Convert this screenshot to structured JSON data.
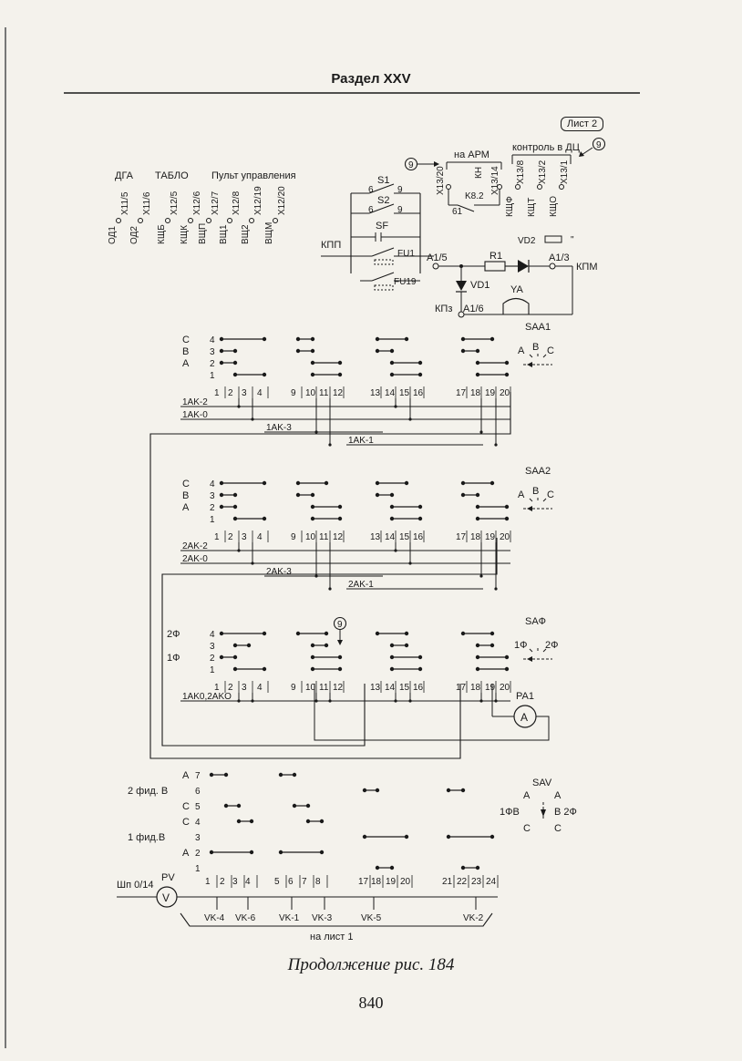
{
  "header": {
    "section_title": "Раздел XXV"
  },
  "sheet_badge": "Лист 2",
  "caption": "Продолжение рис. 184",
  "page_number": "840",
  "labels": {
    "arm": "на АРМ",
    "dc_control": "контроль в ДЦ",
    "dga": "ДГА",
    "tablo": "ТАБЛО",
    "pult": "Пульт управления",
    "to_sheet1": "на лист 1",
    "ref_circle": "9",
    "a1_5": "A1/5",
    "a1_6": "A1/6",
    "a1_3": "A1/3",
    "kpp": "КПП",
    "kpm": "КПМ",
    "kpz": "КПз",
    "s1": "S1",
    "s2": "S2",
    "sf": "SF",
    "fu1": "FU1",
    "fu19": "FU19",
    "r1": "R1",
    "vd1": "VD1",
    "vd2": "VD2",
    "ya": "YA",
    "k8_2": "K8.2",
    "n61": "61",
    "n6a": "6",
    "n9a": "9",
    "n6b": "6",
    "n9b": "9",
    "pa1": "PA1",
    "pa1_symbol": "A",
    "pv": "PV",
    "pv_symbol": "V",
    "shp": "Шп 0/14",
    "vd2_quote": "\""
  },
  "arm_terminals": [
    "X13/20",
    "КН",
    "X13/14"
  ],
  "dc_terminals": [
    "КЩФ",
    "X13/8",
    "КЩТ",
    "X13/2",
    "КЩО",
    "X13/1"
  ],
  "top_terminals": [
    {
      "name": "ОД1",
      "terminal": "X11/5"
    },
    {
      "name": "ОД2",
      "terminal": "X11/6"
    },
    {
      "name": "КЩБ",
      "terminal": "X12/5"
    },
    {
      "name": "КЩК",
      "terminal": "X12/6"
    },
    {
      "name": "ВЩП",
      "terminal": "X12/7"
    },
    {
      "name": "ВЩ1",
      "terminal": "X12/8"
    },
    {
      "name": "ВЩ2",
      "terminal": "X12/19"
    },
    {
      "name": "ВЩМ",
      "terminal": "X12/20"
    }
  ],
  "switch_blocks": [
    {
      "id": "SAA1",
      "row_labels": [
        [
          "C",
          "4"
        ],
        [
          "B",
          "3"
        ],
        [
          "A",
          "2"
        ],
        [
          "",
          "1"
        ]
      ],
      "contacts": [
        "1",
        "2",
        "3",
        "4",
        "9",
        "10",
        "11",
        "12",
        "13",
        "14",
        "15",
        "16",
        "17",
        "18",
        "19",
        "20"
      ],
      "buses": [
        "1AK-2",
        "1AK-0",
        "1AK-3",
        "1AK-1"
      ],
      "dial": [
        "A",
        "B",
        "C"
      ]
    },
    {
      "id": "SAA2",
      "row_labels": [
        [
          "C",
          "4"
        ],
        [
          "B",
          "3"
        ],
        [
          "A",
          "2"
        ],
        [
          "",
          "1"
        ]
      ],
      "contacts": [
        "1",
        "2",
        "3",
        "4",
        "9",
        "10",
        "11",
        "12",
        "13",
        "14",
        "15",
        "16",
        "17",
        "18",
        "19",
        "20"
      ],
      "buses": [
        "2AK-2",
        "2AK-0",
        "2AK-3",
        "2AK-1"
      ],
      "dial": [
        "A",
        "B",
        "C"
      ]
    },
    {
      "id": "SAФ",
      "row_labels": [
        [
          "2Ф",
          "4"
        ],
        [
          "",
          "3"
        ],
        [
          "1Ф",
          "2"
        ],
        [
          "",
          "1"
        ]
      ],
      "contacts": [
        "1",
        "2",
        "3",
        "4",
        "9",
        "10",
        "11",
        "12",
        "13",
        "14",
        "15",
        "16",
        "17",
        "18",
        "19",
        "20"
      ],
      "buses": [
        "1AK0,2AKO"
      ],
      "dial": [
        "1Ф",
        "2Ф"
      ]
    }
  ],
  "sav": {
    "id": "SAV",
    "row_labels": [
      [
        "A",
        "7"
      ],
      [
        "2 фид. B",
        "6"
      ],
      [
        "C",
        "5"
      ],
      [
        "C",
        "4"
      ],
      [
        "1 фид.B",
        "3"
      ],
      [
        "A",
        "2"
      ],
      [
        "",
        "1"
      ]
    ],
    "contacts": [
      "1",
      "2",
      "3",
      "4",
      "5",
      "6",
      "7",
      "8",
      "17",
      "18",
      "19",
      "20",
      "21",
      "22",
      "23",
      "24"
    ],
    "vk": [
      "VK-4",
      "VK-6",
      "VK-1",
      "VK-3",
      "VK-5",
      "VK-2"
    ],
    "dial": [
      "A",
      "A",
      "1ФB",
      "B 2Ф",
      "C",
      "C"
    ]
  }
}
